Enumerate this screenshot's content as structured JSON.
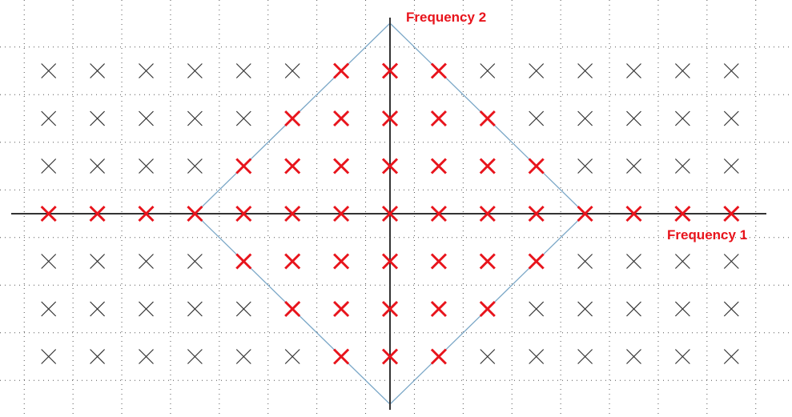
{
  "colors": {
    "background": "#ffffff",
    "grid": "#555555",
    "axes": "#333333",
    "diamond": "#7aa7c7",
    "marker_inside": "#e8141c",
    "marker_outside": "#333333",
    "label": "#e8141c"
  },
  "labels": {
    "frequency_1": "Frequency 1",
    "frequency_2": "Frequency 2"
  },
  "lattice": {
    "x_indices": [
      -7,
      -6,
      -5,
      -4,
      -3,
      -2,
      -1,
      0,
      1,
      2,
      3,
      4,
      5,
      6,
      7
    ],
    "y_indices": [
      3,
      2,
      1,
      0,
      -1,
      -2,
      -3
    ],
    "highlight_rule": "|x| + |y| <= 4, plus all points on the horizontal axis",
    "diamond_vertices": [
      [
        0,
        4
      ],
      [
        4,
        0
      ],
      [
        0,
        -4
      ],
      [
        -4,
        0
      ]
    ],
    "marker_icon": "cross-icon"
  }
}
